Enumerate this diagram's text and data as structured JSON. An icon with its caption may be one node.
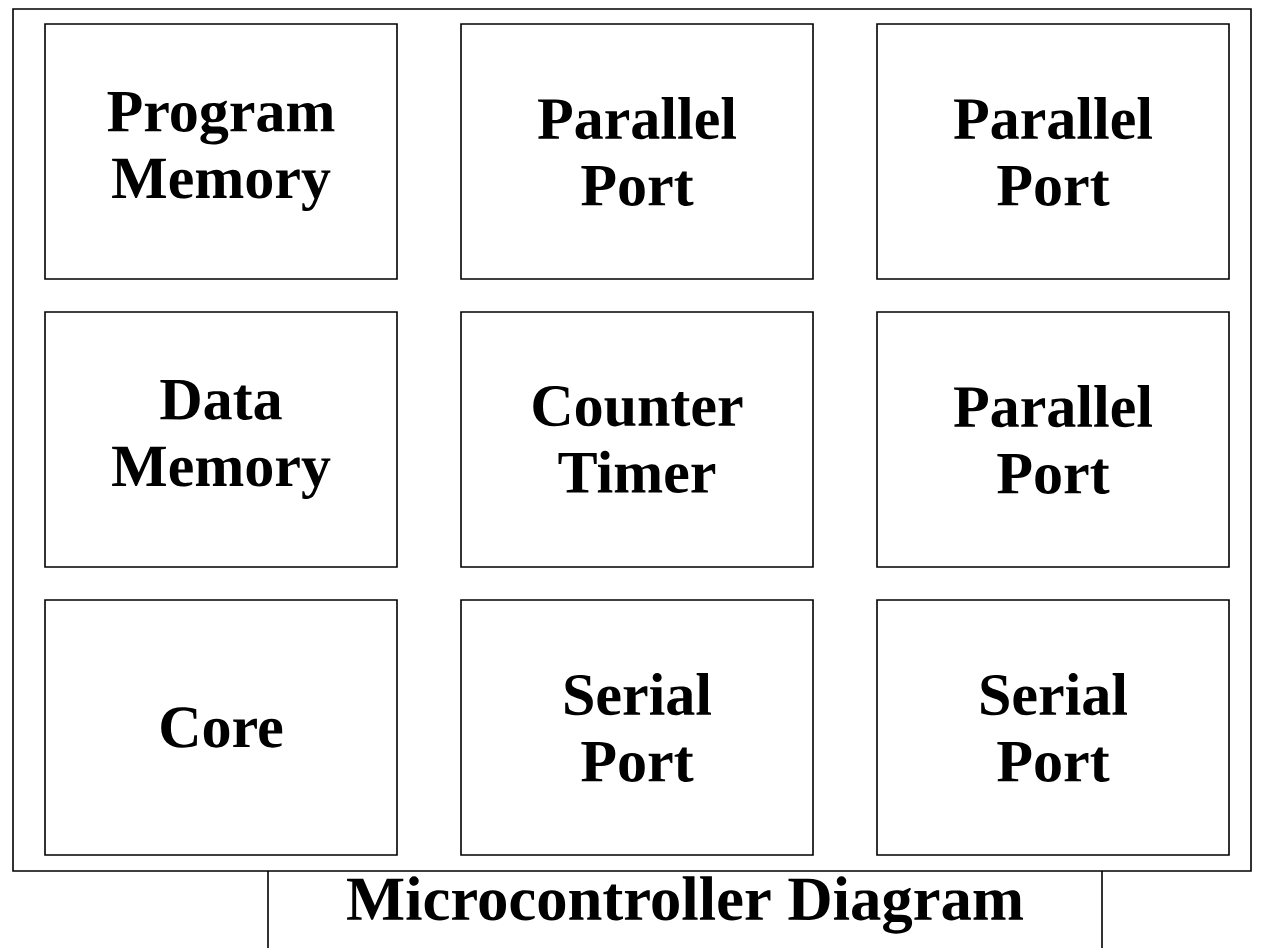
{
  "diagram": {
    "title": "Microcontroller Diagram",
    "nodes": [
      {
        "text": [],
        "shape": "box"
      },
      {
        "text": [
          "Program Memory"
        ],
        "in": 0
      },
      {
        "text": [
          "Parallel Port"
        ],
        "in": 0
      },
      {
        "text": [
          "Parallel Port"
        ],
        "in": 0
      },
      {
        "text": [
          "Data Memory"
        ],
        "in": 0
      },
      {
        "text": [
          "Counter Timer"
        ],
        "in": 0
      },
      {
        "text": [
          "Parallel Port"
        ],
        "in": 0
      },
      {
        "text": [
          "Core"
        ],
        "in": 0
      },
      {
        "text": [
          "Serial Port"
        ],
        "in": 0
      },
      {
        "text": [
          "Serial Port"
        ],
        "in": 0
      }
    ]
  }
}
